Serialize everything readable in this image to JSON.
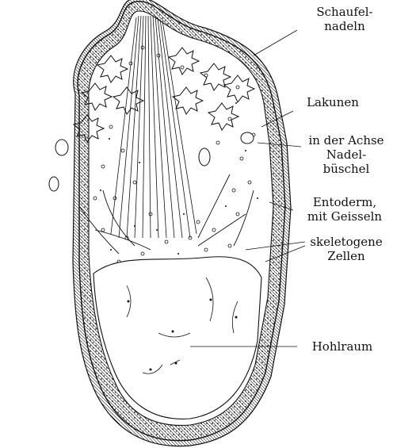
{
  "labels": {
    "schaufelnadeln": [
      "Schaufel-",
      "nadeln"
    ],
    "lakunen": [
      "Lakunen"
    ],
    "nadelbuschel": [
      "in der Achse",
      "Nadel-",
      "büschel"
    ],
    "entoderm": [
      "Entoderm,",
      "mit Geisseln"
    ],
    "skeletogene": [
      "skeletogene",
      "Zellen"
    ],
    "hohlraum": [
      "Hohlraum"
    ]
  },
  "colors": {
    "ink": "#111111",
    "paper": "#ffffff"
  }
}
